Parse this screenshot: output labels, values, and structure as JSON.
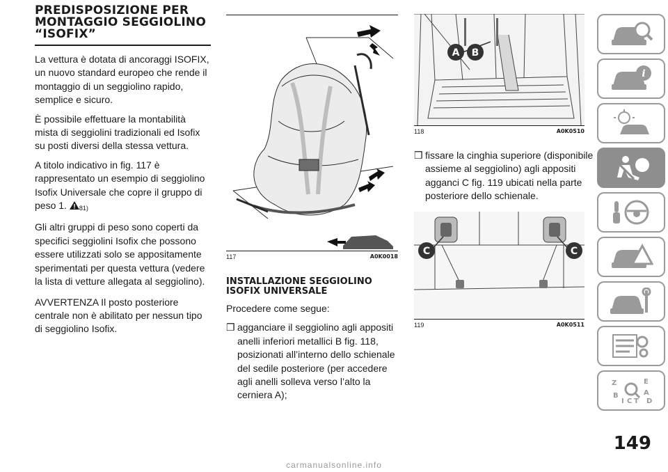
{
  "col1": {
    "title": "PREDISPOSIZIONE PER MONTAGGIO SEGGIOLINO “ISOFIX”",
    "p1": "La vettura è dotata di ancoraggi ISOFIX, un nuovo standard europeo che rende il montaggio di un seggiolino rapido, semplice e sicuro.",
    "p2": "È possibile effettuare la montabilità mista di seggiolini tradizionali ed Isofix su posti diversi della stessa vettura.",
    "p3": "A titolo indicativo in fig. 117 è rappresentato un esempio di seggiolino Isofix Universale che copre il gruppo di peso 1.",
    "p3_note": "81)",
    "p4": "Gli altri gruppi di peso sono coperti da specifici seggiolini Isofix che possono essere utilizzati solo se appositamente sperimentati per questa vettura (vedere la lista di vetture allegata al seggiolino).",
    "p5": "AVVERTENZA Il posto posteriore centrale non è abilitato per nessun tipo di seggiolino Isofix."
  },
  "col2": {
    "fig_num": "117",
    "fig_code": "A0K0018",
    "subtitle": "INSTALLAZIONE SEGGIOLINO ISOFIX UNIVERSALE",
    "intro": "Procedere come segue:",
    "bullet1": "agganciare il seggiolino agli appositi anelli inferiori metallici B fig. 118, posizionati all’interno dello schienale del sedile posteriore (per accedere agli anelli solleva verso l’alto la cerniera A);"
  },
  "col3": {
    "fig118_num": "118",
    "fig118_code": "A0K0510",
    "label_a": "A",
    "label_b": "B",
    "bullet2": "fissare la cinghia superiore (disponibile assieme al seggiolino) agli appositi agganci C fig. 119 ubicati nella parte posteriore dello schienale.",
    "fig119_num": "119",
    "fig119_code": "A0K0511",
    "label_c": "C"
  },
  "bullet_glyph": "❒",
  "page_number": "149",
  "watermark": "carmanualsonline.info",
  "tabs": [
    "dashboard-icon",
    "info-icon",
    "lights-icon",
    "safety-icon",
    "starting-driving-icon",
    "emergency-icon",
    "maintenance-icon",
    "technical-data-icon",
    "index-icon"
  ]
}
